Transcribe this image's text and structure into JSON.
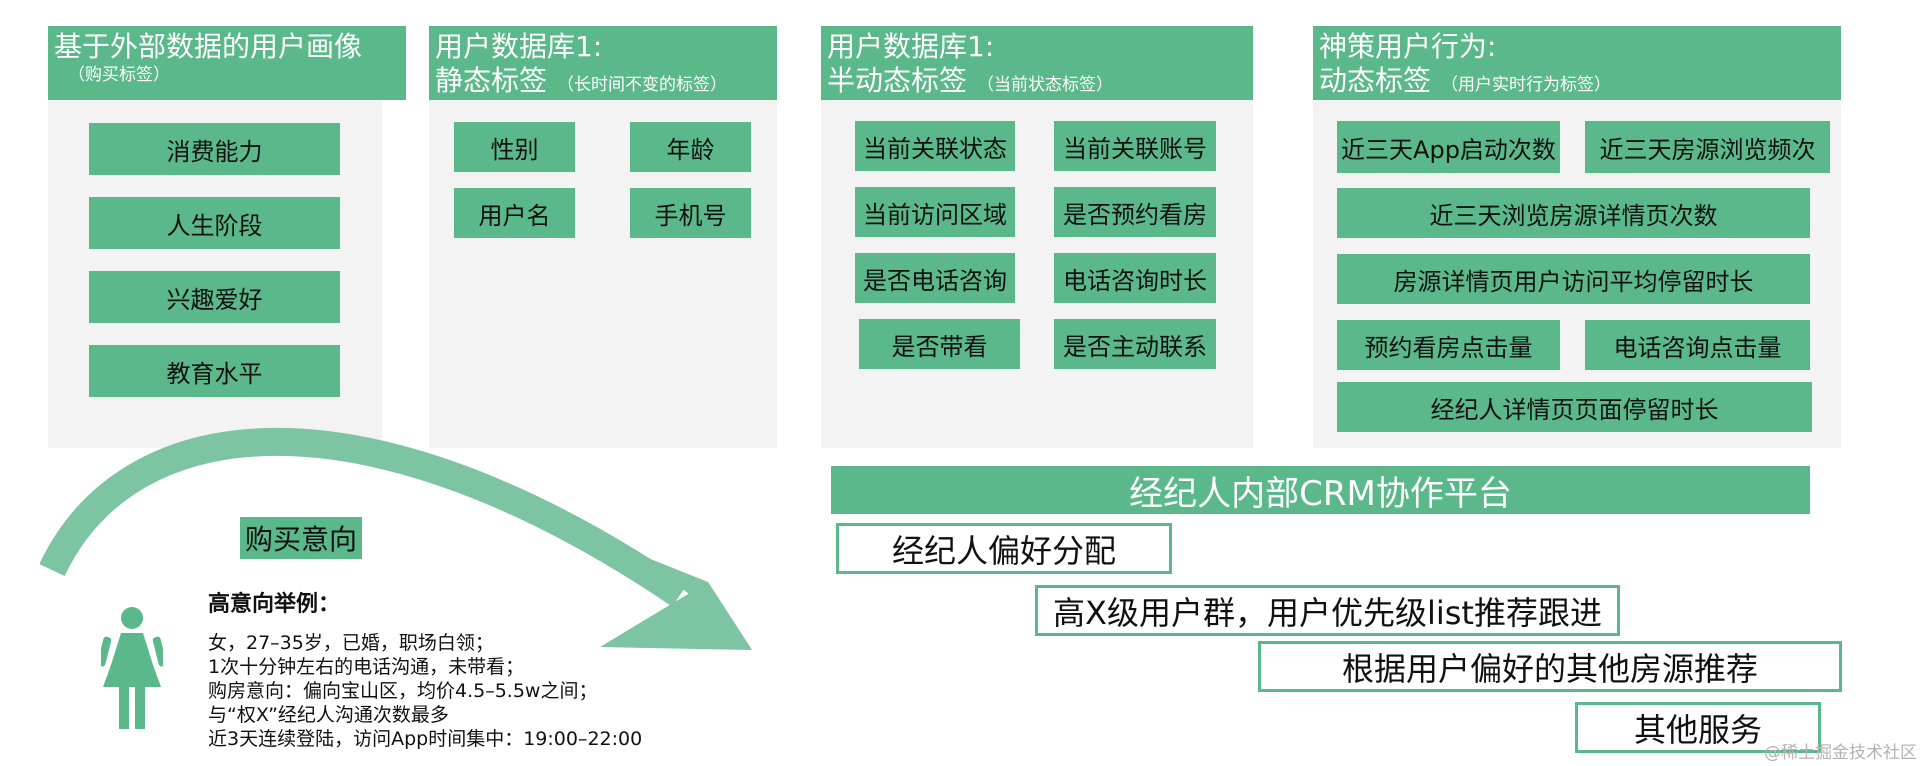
{
  "colors": {
    "accent_green": "#5bb88a",
    "panel_bg": "#f3f3f3",
    "arrow_green": "#7cc4a2"
  },
  "panels": {
    "external": {
      "title": "基于外部数据的用户画像",
      "subtitle": "（购买标签）",
      "tags": [
        "消费能力",
        "人生阶段",
        "兴趣爱好",
        "教育水平"
      ]
    },
    "static": {
      "title_line1": "用户数据库1:",
      "title_line2": "静态标签",
      "note": "（长时间不变的标签）",
      "tags": [
        "性别",
        "年龄",
        "用户名",
        "手机号"
      ]
    },
    "semi": {
      "title_line1": "用户数据库1:",
      "title_line2": "半动态标签",
      "note": "（当前状态标签）",
      "tags": [
        "当前关联状态",
        "当前关联账号",
        "当前访问区域",
        "是否预约看房",
        "是否电话咨询",
        "电话咨询时长",
        "是否带看",
        "是否主动联系"
      ]
    },
    "dynamic": {
      "title_line1": "神策用户行为:",
      "title_line2": "动态标签",
      "note": "（用户实时行为标签）",
      "tags": [
        "近三天App启动次数",
        "近三天房源浏览频次",
        "近三天浏览房源详情页次数",
        "房源详情页用户访问平均停留时长",
        "预约看房点击量",
        "电话咨询点击量",
        "经纪人详情页页面停留时长"
      ]
    }
  },
  "intent": {
    "label": "购买意向",
    "example_title": "高意向举例：",
    "example_lines": [
      "女，27–35岁，已婚，职场白领；",
      "1次十分钟左右的电话沟通，未带看；",
      "购房意向：偏向宝山区，均价4.5–5.5w之间；",
      "与“权X”经纪人沟通次数最多",
      "近3天连续登陆，访问App时间集中：19:00–22:00"
    ],
    "person_icon": "person-icon"
  },
  "crm": {
    "title": "经纪人内部CRM协作平台",
    "steps": [
      "经纪人偏好分配",
      "高X级用户群，用户优先级list推荐跟进",
      "根据用户偏好的其他房源推荐",
      "其他服务"
    ]
  },
  "watermark": "@稀土掘金技术社区"
}
